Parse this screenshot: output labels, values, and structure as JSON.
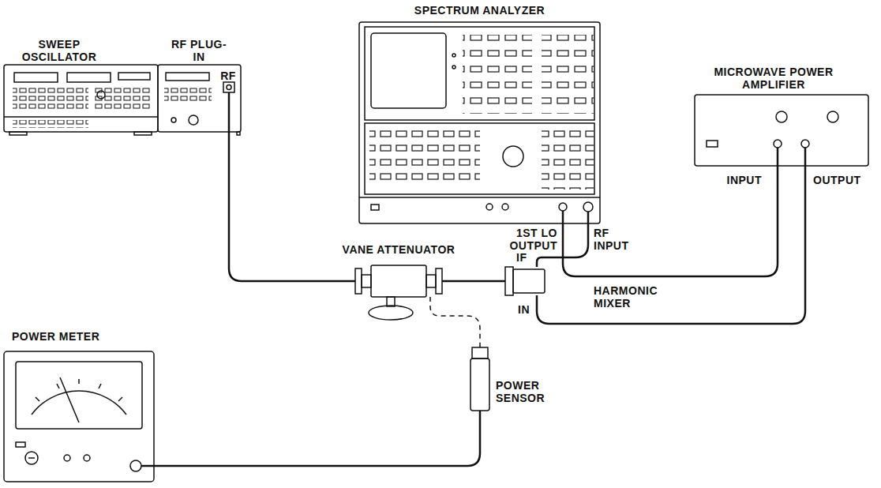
{
  "diagram": {
    "nodes": [
      {
        "text": [
          "SWEEP OSCILLATOR"
        ]
      },
      {
        "text": [
          "RF PLUG-IN",
          "RF"
        ]
      },
      {
        "text": [
          "SPECTRUM ANALYZER",
          "1ST LO OUTPUT",
          "RF INPUT"
        ]
      },
      {
        "text": [
          "MICROWAVE POWER AMPLIFIER",
          "INPUT",
          "OUTPUT"
        ]
      },
      {
        "text": [
          "VANE ATTENUATOR"
        ]
      },
      {
        "text": [
          "HARMONIC MIXER",
          "IF",
          "IN"
        ]
      },
      {
        "text": [
          "POWER METER"
        ]
      },
      {
        "text": [
          "POWER SENSOR"
        ]
      }
    ],
    "edges": [
      {
        "from": 1,
        "to": 4,
        "arrow": "none"
      },
      {
        "from": 4,
        "to": 5,
        "arrow": "none"
      },
      {
        "from": 4,
        "to": 7,
        "arrow": "none"
      },
      {
        "from": 7,
        "to": 6,
        "arrow": "none"
      },
      {
        "from": 2,
        "to": 3,
        "arrow": "none"
      },
      {
        "from": 3,
        "to": 5,
        "arrow": "none"
      },
      {
        "from": 5,
        "to": 2,
        "arrow": "none"
      }
    ]
  }
}
